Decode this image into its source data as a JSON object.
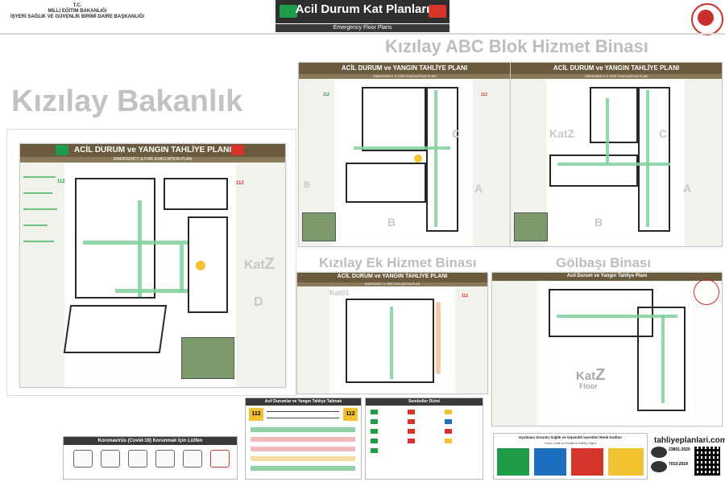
{
  "header": {
    "org_line1": "T.C.",
    "org_line2": "MİLLİ EĞİTİM BAKANLIĞI",
    "org_line3": "İŞYERİ SAĞLIK VE GÜVENLİK BİRİMİ DAİRE BAŞKANLIĞI",
    "title": "Acil Durum Kat Planları",
    "subtitle": "Emergency Floor Plans"
  },
  "sections": {
    "bakanlik": "Kızılay Bakanlık",
    "abc": "Kızılay ABC Blok Hizmet Binası",
    "ek": "Kızılay Ek Hizmet Binası",
    "golbasi": "Gölbaşı Binası"
  },
  "plans": {
    "plan_title": "ACİL DURUM ve YANGIN TAHLİYE PLANI",
    "plan_subtitle": "EMERGENCY & FIRE EVACUATION PLAN",
    "golbasi_title": "Acil Durum ve Yangın Tahliye Planı",
    "floor_label": "Kat",
    "floor_label_en": "Floor",
    "floor_z": "Z",
    "floor_01": "01",
    "block_a": "A",
    "block_b": "B",
    "block_c": "C",
    "block_d": "D",
    "phone": "112"
  },
  "bottom": {
    "covid_title": "Koronavirüs (Covid-19) Korunmak İçin Lütfen",
    "emergency_title": "Acil Durumlar ve Yangın Tahliye Talimatı",
    "sign_title": "Semboller Dizini",
    "color_code_title": "Uyulması Zorunlu Sağlık ve Güvenlik İşaretleri Renk Kodları",
    "color_code_sub": "Color Code of Health & Safety Signs",
    "iso1": "23801:2020",
    "iso2": "7010:2019",
    "website": "tahliyeplanlari.com"
  },
  "colors": {
    "band": "#6b5b3e",
    "route": "#7fd09a",
    "exit": "#1e9c4a",
    "fire": "#d6332a"
  }
}
